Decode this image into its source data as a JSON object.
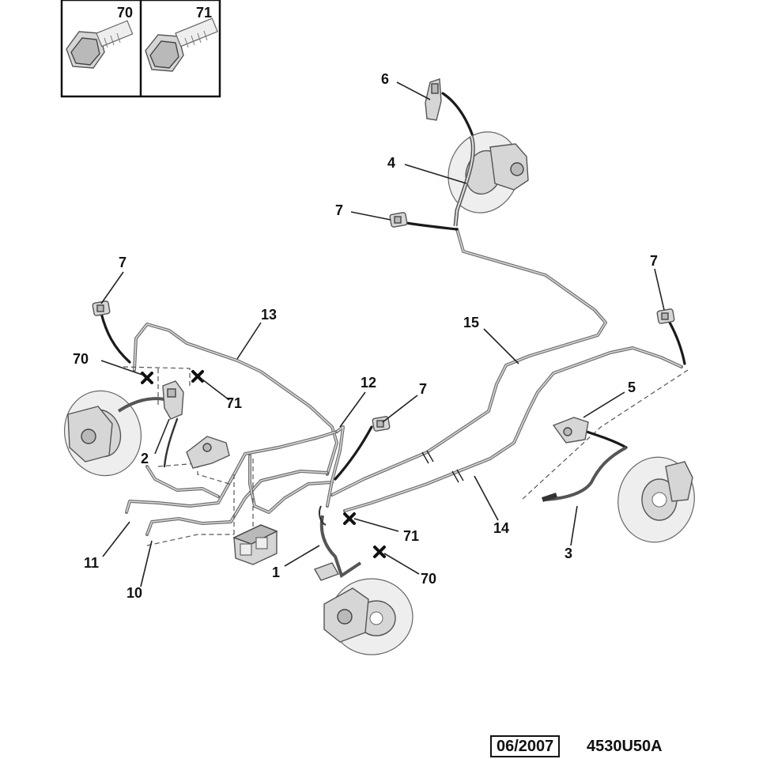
{
  "inset": {
    "left_label": "70",
    "right_label": "71"
  },
  "callouts": {
    "c1": "1",
    "c2": "2",
    "c3": "3",
    "c4": "4",
    "c5": "5",
    "c6": "6",
    "c7a": "7",
    "c7b": "7",
    "c7c": "7",
    "c7d": "7",
    "c10": "10",
    "c11": "11",
    "c12": "12",
    "c13": "13",
    "c14": "14",
    "c15": "15",
    "c70a": "70",
    "c70b": "70",
    "c71a": "71",
    "c71b": "71"
  },
  "footer": {
    "date": "06/2007",
    "code": "4530U50A"
  },
  "colors": {
    "line": "#222222",
    "pipe": "#6f6f6f",
    "part_fill": "#d6d6d6"
  }
}
